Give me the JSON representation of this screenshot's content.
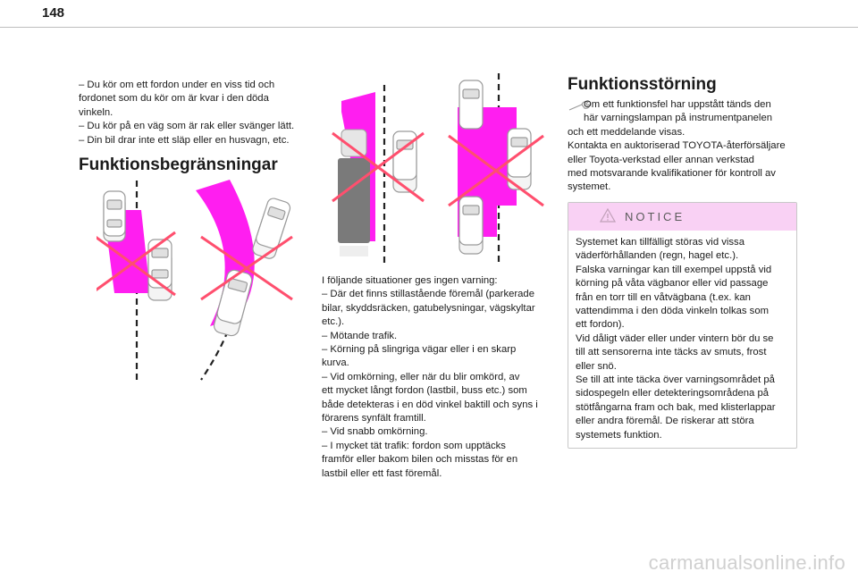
{
  "page": {
    "number": "148"
  },
  "left_column": {
    "lines": [
      "– Du kör om ett fordon under en viss tid och",
      "fordonet som du kör om är kvar i den döda",
      "vinkeln.",
      "– Du kör på en väg som är rak eller svänger lätt.",
      "– Din bil drar inte ett släp eller en husvagn, etc."
    ],
    "heading": "Funktionsbegränsningar"
  },
  "middle_column": {
    "lines": [
      "I följande situationer ges ingen varning:",
      "– Där det finns stillastående föremål (parkerade",
      "bilar, skyddsräcken, gatubelysningar, vägskyltar",
      "etc.).",
      "– Mötande trafik.",
      "– Körning på slingriga vägar eller i en skarp",
      "kurva.",
      "– Vid omkörning, eller när du blir omkörd, av",
      "ett mycket långt fordon (lastbil, buss etc.) som",
      "både detekteras i en död vinkel baktill och syns i",
      "förarens synfält framtill.",
      "– Vid snabb omkörning.",
      "– I mycket tät trafik: fordon som upptäcks",
      "framför eller bakom bilen och misstas för en",
      "lastbil eller ett fast föremål."
    ]
  },
  "right_column": {
    "heading": "Funktionsstörning",
    "lines": [
      "Om ett funktionsfel har uppstått tänds den",
      "här varningslampan på instrumentpanelen",
      "och ett meddelande visas.",
      "Kontakta en auktoriserad TOYOTA-återförsäljare",
      "eller Toyota-verkstad eller annan verkstad",
      "med motsvarande kvalifikationer för kontroll av",
      "systemet."
    ],
    "notice": {
      "title": "NOTICE",
      "lines": [
        "Systemet kan tillfälligt störas vid vissa",
        "väderförhållanden (regn, hagel etc.).",
        "Falska varningar kan till exempel uppstå vid",
        "körning på våta vägbanor eller vid passage",
        "från en torr till en våtvägbana (t.ex. kan",
        "vattendimma i den döda vinkeln tolkas som",
        "ett fordon).",
        "Vid dåligt väder eller under vintern bör du se",
        "till att sensorerna inte täcks av smuts, frost",
        "eller snö.",
        "Se till att inte täcka över varningsområdet på",
        "sidospegeln eller detekteringsområdena på",
        "stötfångarna fram och bak, med klisterlappar",
        "eller andra föremål. De riskerar att störa",
        "systemets funktion."
      ]
    }
  },
  "footer": {
    "watermark": "carmanualsonline.info"
  },
  "colors": {
    "accent_magenta": "#ff1ef0",
    "notice_header": "#f9d1f4",
    "cross_red": "#ff4f6e"
  },
  "icons": [
    "wrench-icon",
    "warning-triangle-icon"
  ]
}
